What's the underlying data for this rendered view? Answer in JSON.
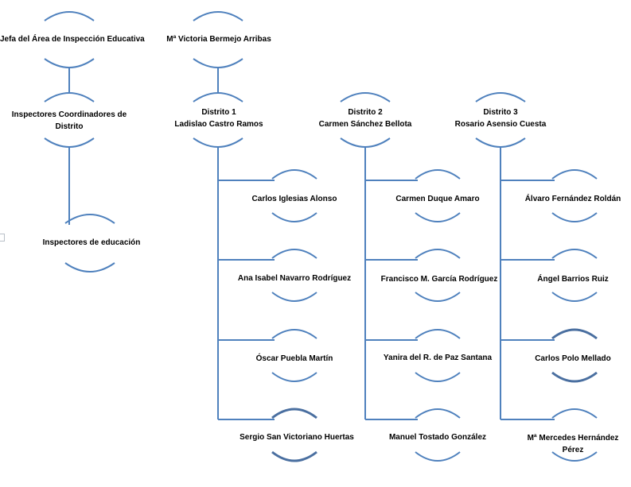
{
  "colors": {
    "connector": "#4f81bd",
    "thick_arc": "#4a6fa0",
    "text": "#000000"
  },
  "nodes": {
    "jefa": {
      "title": "Jefa del Área de Inspección Educativa"
    },
    "coordinadores": {
      "title": "Inspectores Coordinadores de Distrito"
    },
    "inspectores": {
      "title": "Inspectores de educación"
    },
    "bermejo": {
      "name": "Mª Victoria Bermejo Arribas"
    },
    "distrito1": {
      "title": "Distrito 1",
      "name": "Ladislao Castro Ramos"
    },
    "distrito2": {
      "title": "Distrito 2",
      "name": "Carmen Sánchez Bellota"
    },
    "distrito3": {
      "title": "Distrito 3",
      "name": "Rosario Asensio Cuesta"
    }
  },
  "district1_members": [
    "Carlos Iglesias Alonso",
    "Ana Isabel Navarro Rodríguez",
    "Óscar Puebla Martín",
    "Sergio San Victoriano Huertas"
  ],
  "district2_members": [
    "Carmen Duque Amaro",
    "Francisco M. García Rodríguez",
    "Yanira del R. de Paz Santana",
    "Manuel Tostado González"
  ],
  "district3_members": [
    "Álvaro Fernández Roldán",
    "Ángel Barrios Ruiz",
    "Carlos Polo Mellado",
    "Mª Mercedes Hernández",
    "Pérez"
  ]
}
